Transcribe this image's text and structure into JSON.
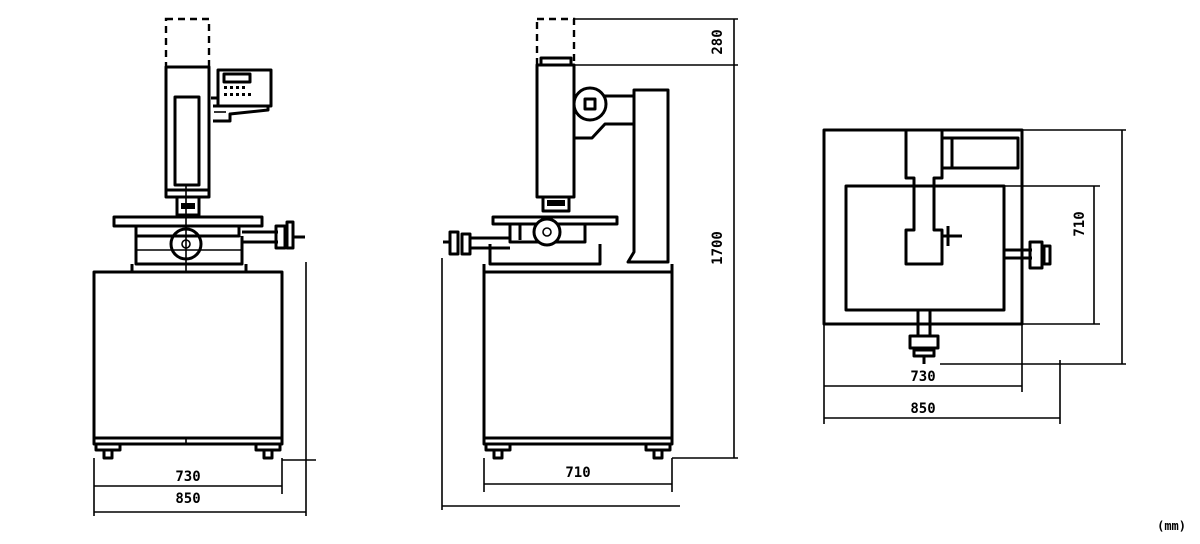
{
  "front_view": {
    "dim_width_inner": "730",
    "dim_width_outer": "850"
  },
  "side_view": {
    "dim_depth": "710",
    "dim_height": "1700",
    "dim_top_extension": "280"
  },
  "top_view": {
    "dim_width_inner": "730",
    "dim_width_outer": "850",
    "dim_depth": "710"
  },
  "units_label": "(mm)"
}
